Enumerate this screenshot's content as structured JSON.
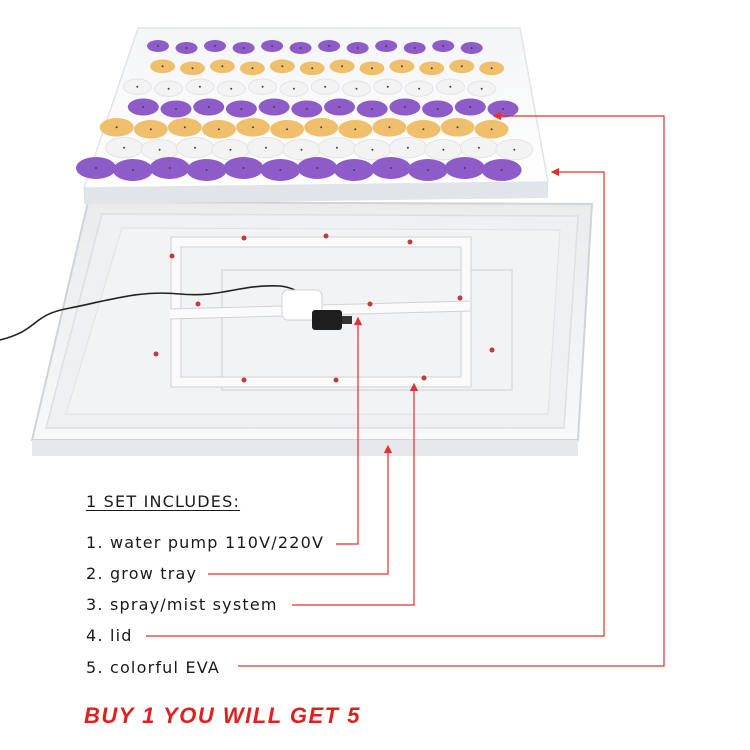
{
  "product": {
    "includes_heading": "1 SET INCLUDES:",
    "items": [
      "1. water pump 110V/220V",
      "2. grow tray",
      "3. spray/mist system",
      "4. lid",
      "5. colorful EVA"
    ],
    "promo": "BUY 1 YOU WILL GET 5"
  },
  "colors": {
    "purple_plug": "#8e5cc8",
    "yellow_plug": "#f0bf6c",
    "white_plug": "#f3f3f3",
    "callout_line": "#e5302f",
    "promo_text": "#e01f1f"
  },
  "icons": {
    "callout": "arrow-line"
  }
}
